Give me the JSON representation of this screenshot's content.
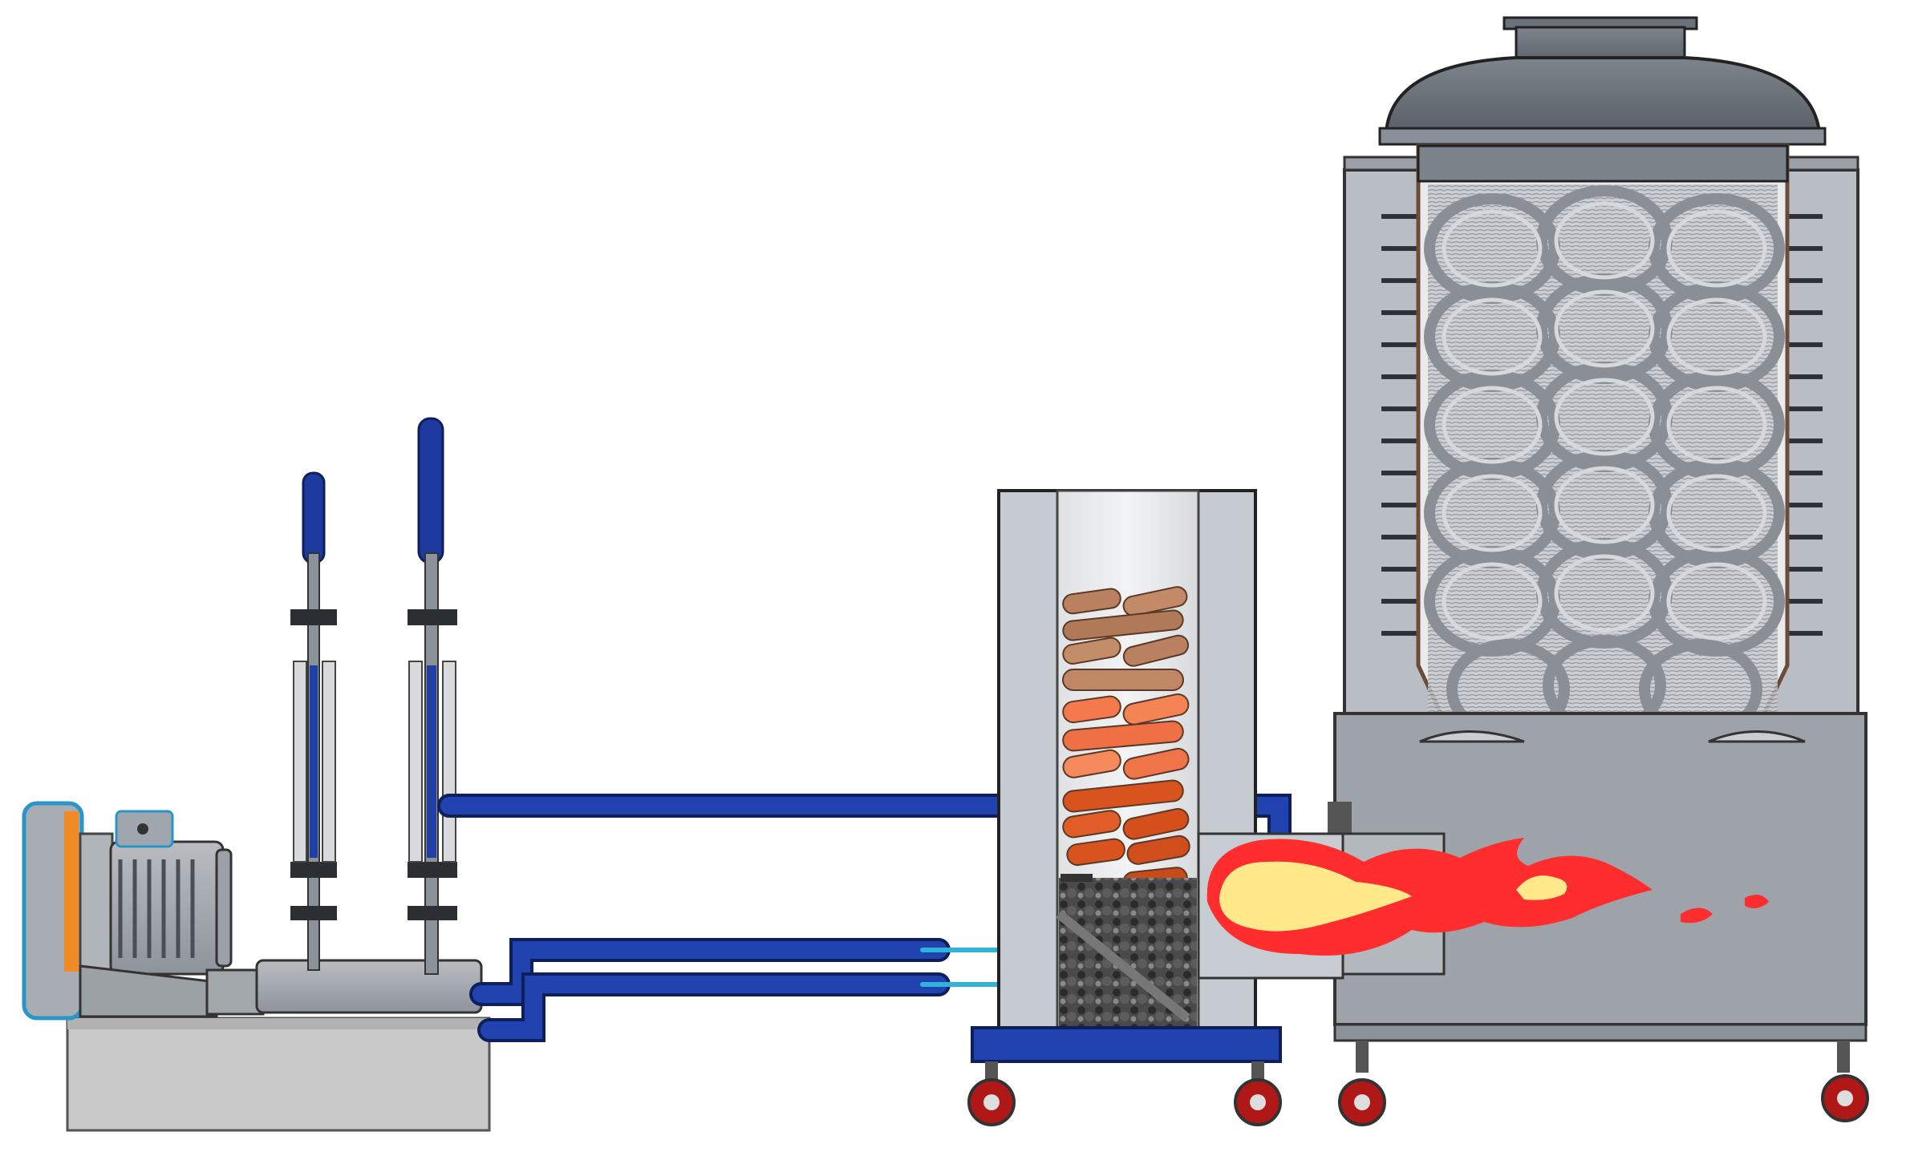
{
  "diagram": {
    "components": [
      {
        "id": "blower",
        "icon": "centrifugal-blower-motor"
      },
      {
        "id": "flowmeter-left",
        "icon": "rotameter"
      },
      {
        "id": "flowmeter-right",
        "icon": "rotameter"
      },
      {
        "id": "blower-base",
        "icon": "mounting-base"
      },
      {
        "id": "gasifier",
        "icon": "biomass-gasifier-reactor"
      },
      {
        "id": "biomass-fuel",
        "icon": "wood-pellets"
      },
      {
        "id": "char-bed",
        "icon": "charcoal"
      },
      {
        "id": "burner-flame",
        "icon": "flame"
      },
      {
        "id": "furnace",
        "icon": "annealing-furnace"
      },
      {
        "id": "wire-coils",
        "icon": "steel-wire-coils"
      }
    ],
    "colors": {
      "pipe": "#1d3a9e",
      "steel": "#8c9299",
      "dark_steel": "#5f6670",
      "flame_outer": "#ff2d2d",
      "flame_inner": "#ffe98a",
      "wheel": "#b01818",
      "biomass_top": "#b9815f",
      "biomass_mid": "#f47a4d",
      "biomass_low": "#d9531f",
      "char": "#3a3a3a"
    }
  }
}
